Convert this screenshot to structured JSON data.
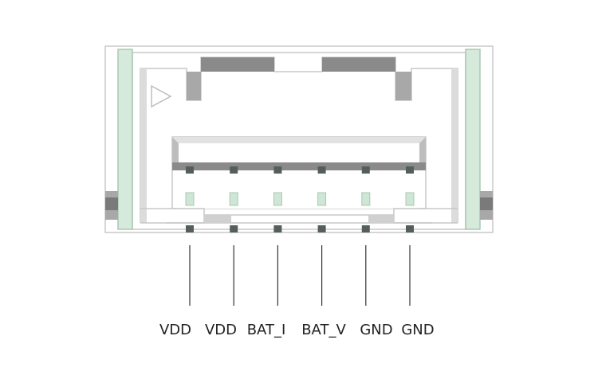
{
  "colors": {
    "body_outline": "#c8c8c8",
    "body_fill": "#ffffff",
    "latch_green": "#d6eadc",
    "latch_green_dark": "#a9c8b3",
    "shadow_dark": "#8a8a8a",
    "shadow_mid": "#a8a8a8",
    "shadow_light": "#cfcfcf",
    "pin_dark": "#555f5a",
    "pin_light": "#cfe6d6",
    "lead_line": "#333333",
    "label_text": "#222222"
  },
  "connector": {
    "orientation_mark": "triangle-right-icon"
  },
  "pins": [
    {
      "label": "VDD"
    },
    {
      "label": "VDD"
    },
    {
      "label": "BAT_I"
    },
    {
      "label": "BAT_V"
    },
    {
      "label": "GND"
    },
    {
      "label": "GND"
    }
  ]
}
